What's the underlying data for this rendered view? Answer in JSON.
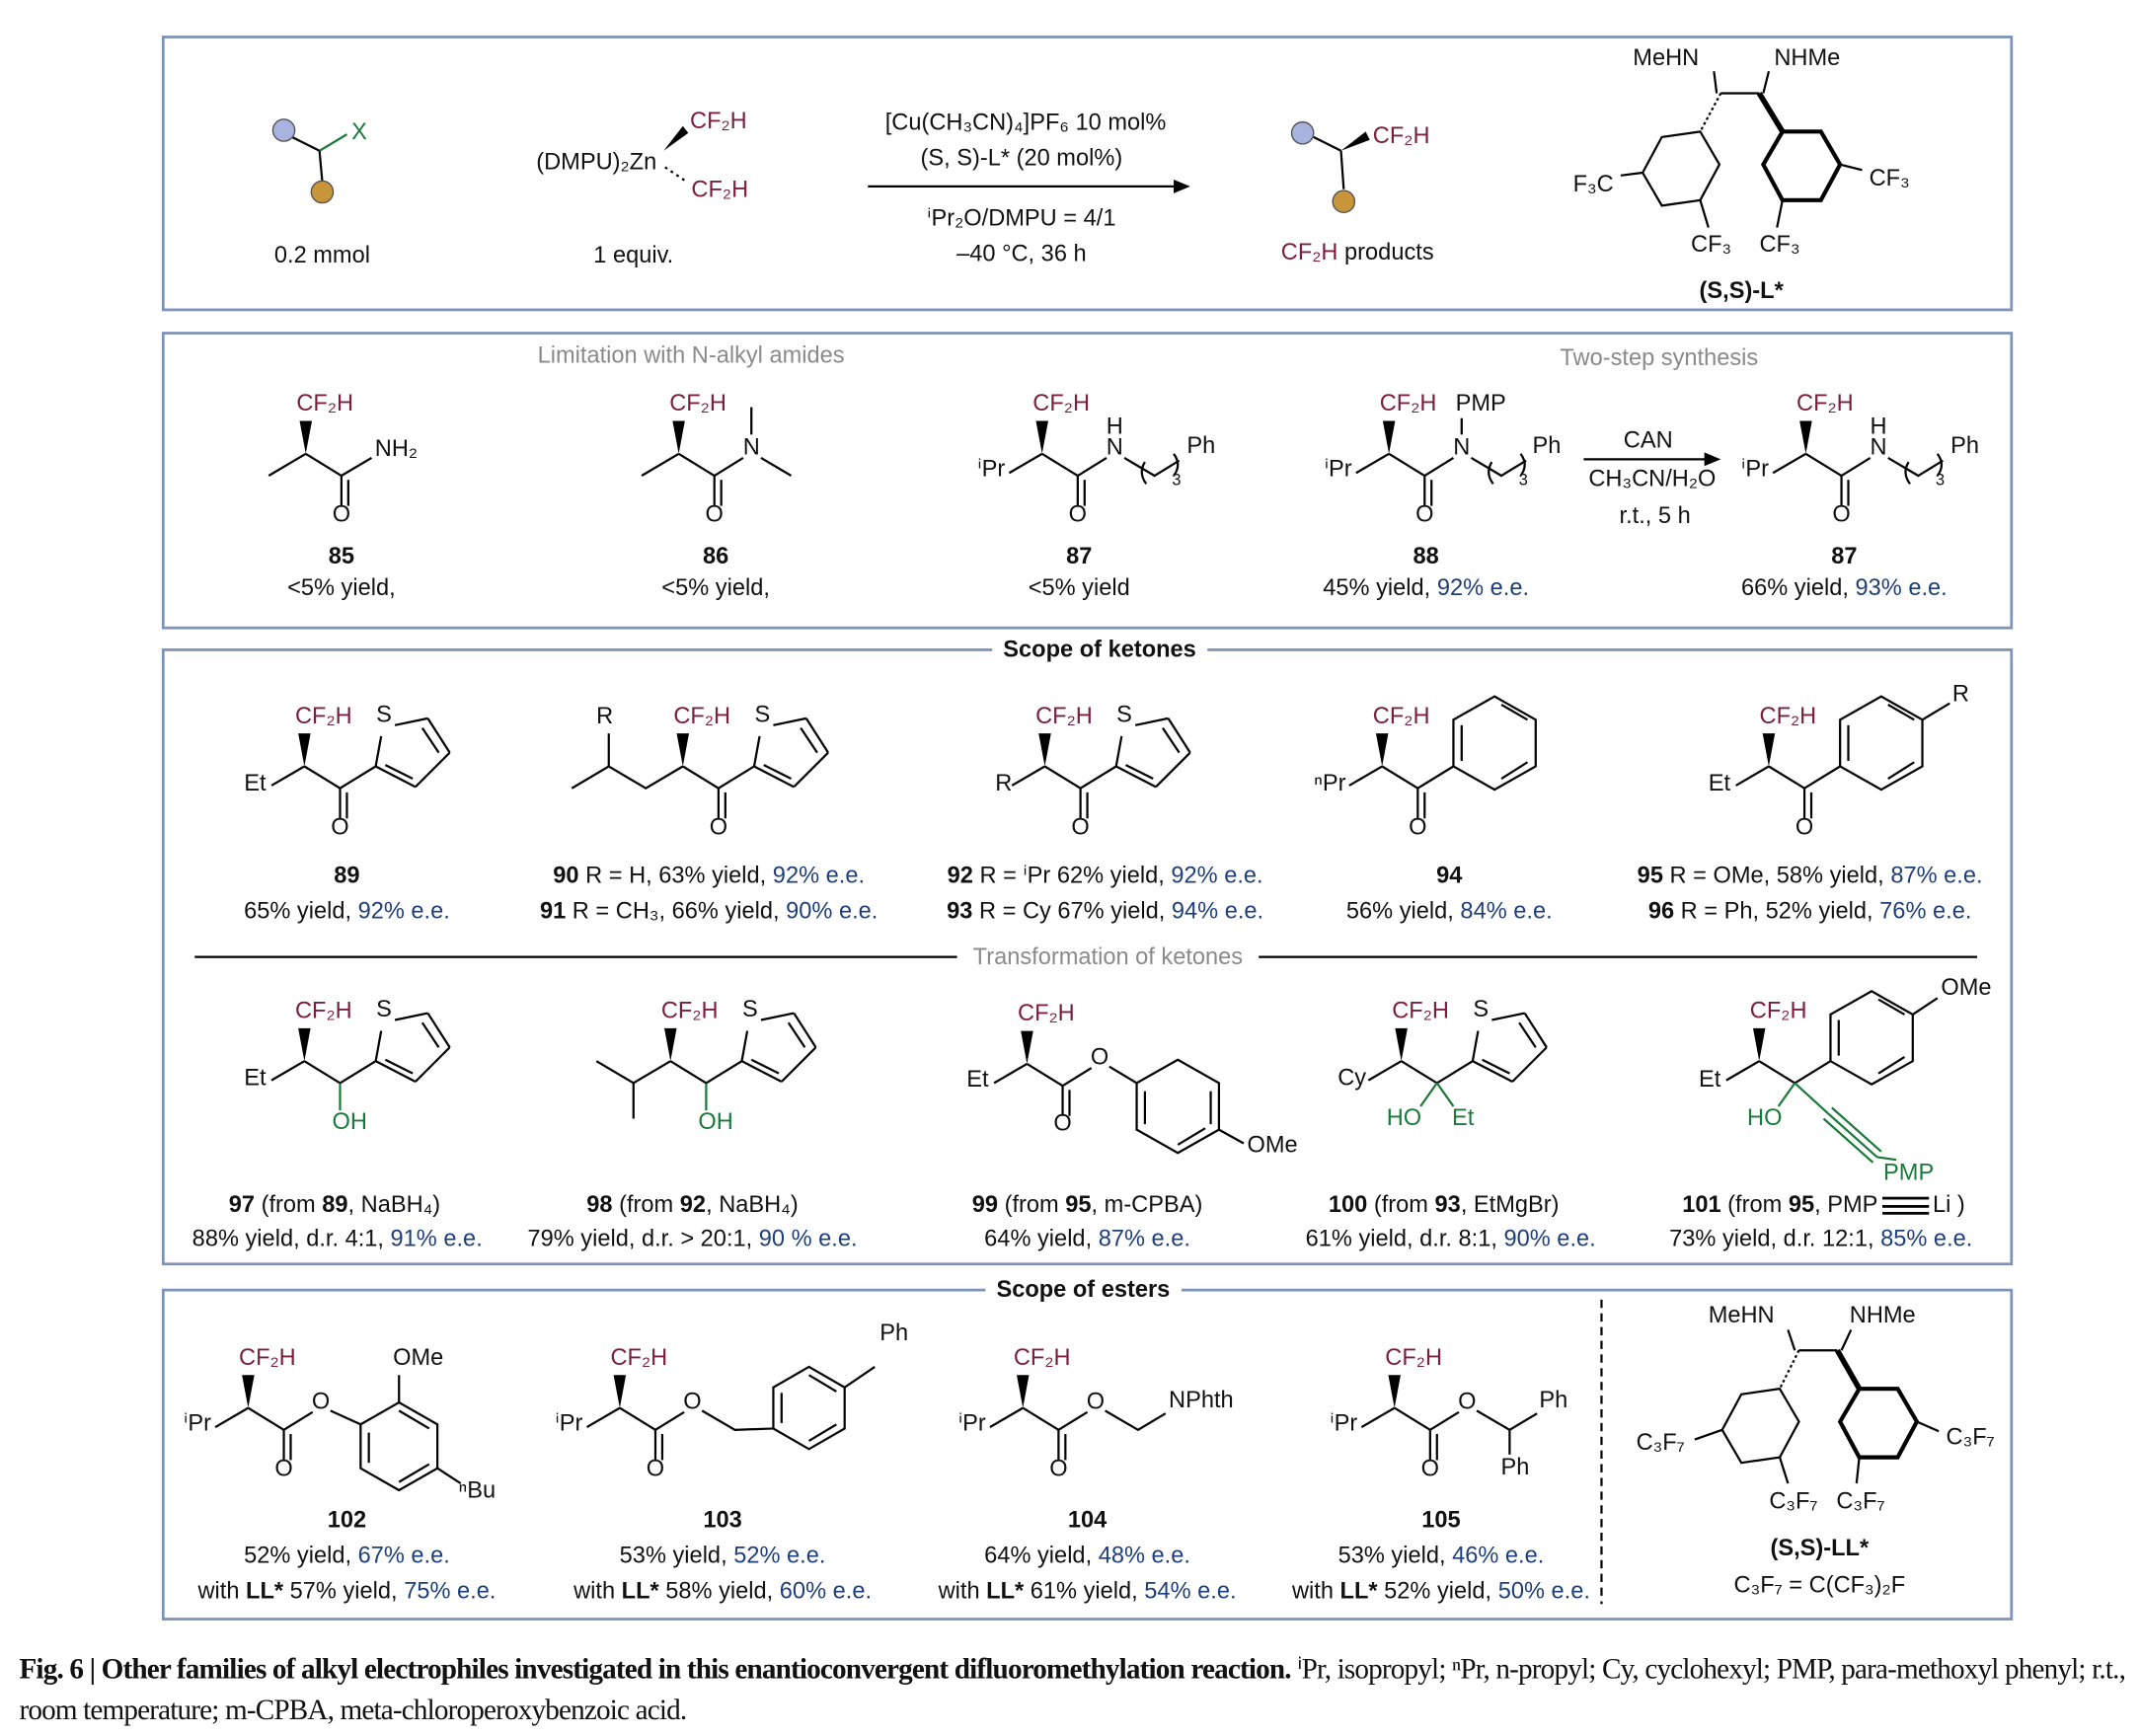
{
  "scheme": {
    "x": "X",
    "reactant_amount": "0.2 mmol",
    "zn": "(DMPU)₂Zn",
    "cf2h": "CF₂H",
    "equiv": "1 equiv.",
    "cond1": "[Cu(CH₃CN)₄]PF₆ 10 mol%",
    "cond2": "(S, S)-L* (20 mol%)",
    "cond3": "ⁱPr₂O/DMPU = 4/1",
    "cond4": "–40 °C, 36 h",
    "product_cf2h": "CF₂H",
    "product_suffix": " products",
    "ligand": {
      "nh1": "MeHN",
      "nh2": "NHMe",
      "f3c": "F₃C",
      "cf3": "CF₃",
      "name": "(S,S)-L*"
    }
  },
  "amides": {
    "header_left": "Limitation with N-alkyl amides",
    "header_right": "Two-step synthesis",
    "step": {
      "reagent": "CAN",
      "solvent": "CH₃CN/H₂O",
      "conditions": "r.t., 5 h"
    },
    "atoms": {
      "nh2": "NH₂",
      "n": "N",
      "h": "H",
      "ph": "Ph",
      "ipr": "ⁱPr",
      "sub3": "3",
      "pmp": "PMP",
      "o": "O"
    },
    "items": [
      {
        "id": "85",
        "yield": "<5% yield,"
      },
      {
        "id": "86",
        "yield": "<5% yield,"
      },
      {
        "id": "87",
        "yield": "<5% yield"
      },
      {
        "id": "88",
        "yield": "45% yield, ",
        "ee": "92% e.e."
      },
      {
        "id": "87",
        "yield": "66% yield, ",
        "ee": "93% e.e."
      }
    ]
  },
  "ketones": {
    "header": "Scope of ketones",
    "atoms": {
      "et": "Et",
      "s": "S",
      "r": "R",
      "npr": "ⁿPr",
      "o": "O"
    },
    "items": [
      {
        "id": "89",
        "text": "",
        "ee": ""
      },
      {
        "id": "90",
        "text": " R = H, 63% yield, ",
        "ee": "92% e.e."
      },
      {
        "id": "91",
        "text": " R = CH₃, 66% yield, ",
        "ee": "90% e.e."
      },
      {
        "id": "92",
        "text": " R = ⁱPr 62% yield, ",
        "ee": "92% e.e."
      },
      {
        "id": "93",
        "text": " R = Cy 67% yield, ",
        "ee": "94% e.e."
      },
      {
        "id": "94",
        "text": "",
        "ee": ""
      },
      {
        "id": "95",
        "text": "  R = OMe, 58% yield, ",
        "ee": "87% e.e."
      },
      {
        "id": "96",
        "text": " R = Ph, 52% yield, ",
        "ee": "76% e.e."
      }
    ],
    "yield89": {
      "text": "65% yield, ",
      "ee": "92% e.e."
    },
    "yield94": {
      "text": "56% yield, ",
      "ee": "84% e.e."
    }
  },
  "transformations": {
    "header": "Transformation of ketones",
    "atoms": {
      "oh": "OH",
      "ho": "HO",
      "cy": "Cy",
      "ome": "OMe",
      "pmp": "PMP",
      "et": "Et",
      "o": "O",
      "s": "S"
    },
    "items": [
      {
        "id": "97",
        "pre": " (from ",
        "ref": "89",
        "post": ", NaBH₄)",
        "result": "88% yield, d.r. 4:1, ",
        "ee": "91% e.e."
      },
      {
        "id": "98",
        "pre": " (from ",
        "ref": "92",
        "post": ", NaBH₄)",
        "result": "79% yield, d.r. > 20:1, ",
        "ee": "90 % e.e."
      },
      {
        "id": "99",
        "pre": " (from ",
        "ref": "95",
        "post": ", m-CPBA)",
        "result": "64% yield, ",
        "ee": "87% e.e."
      },
      {
        "id": "100",
        "pre": " (from ",
        "ref": "93",
        "post": ", EtMgBr)",
        "result": "61% yield, d.r. 8:1, ",
        "ee": "90% e.e."
      },
      {
        "id": "101",
        "pre": " (from ",
        "ref": "95",
        "post": ", PMP",
        "post2": "Li )",
        "result": "73% yield, d.r. 12:1, ",
        "ee": "85% e.e."
      }
    ]
  },
  "esters": {
    "header": "Scope of esters",
    "atoms": {
      "ipr": "ⁱPr",
      "o": "O",
      "ome": "OMe",
      "nbu": "ⁿBu",
      "ph": "Ph",
      "nphth": "NPhth"
    },
    "with": "with ",
    "ll": "LL*",
    "items": [
      {
        "id": "102",
        "yield": "52% yield, ",
        "ee": "67% e.e.",
        "ll_yield": " 57% yield, ",
        "ll_ee": "75% e.e."
      },
      {
        "id": "103",
        "yield": "53% yield, ",
        "ee": "52% e.e.",
        "ll_yield": " 58% yield, ",
        "ll_ee": "60% e.e."
      },
      {
        "id": "104",
        "yield": "64% yield, ",
        "ee": "48% e.e.",
        "ll_yield": " 61% yield, ",
        "ll_ee": "54% e.e."
      },
      {
        "id": "105",
        "yield": "53% yield, ",
        "ee": "46% e.e.",
        "ll_yield": " 52% yield, ",
        "ll_ee": "50% e.e."
      }
    ],
    "ligand": {
      "nh1": "MeHN",
      "nh2": "NHMe",
      "c3f7": "C₃F₇",
      "name": "(S,S)-LL*",
      "definition": "C₃F₇ = C(CF₃)₂F"
    }
  },
  "caption": {
    "bold": "Fig. 6 | Other families of alkyl electrophiles investigated in this enantioconvergent difluoromethylation reaction.",
    "text": " ⁱPr, isopropyl; ⁿPr, n-propyl; Cy, cyclohexyl; PMP, para-methoxyl phenyl; r.t., room temperature; m-CPBA, meta-chloroperoxybenzoic acid."
  },
  "colors": {
    "cf2h": "#7a1f3d",
    "ee": "#1f3f7a",
    "reagent": "#1a7a3a",
    "border": "#7d93b8"
  }
}
